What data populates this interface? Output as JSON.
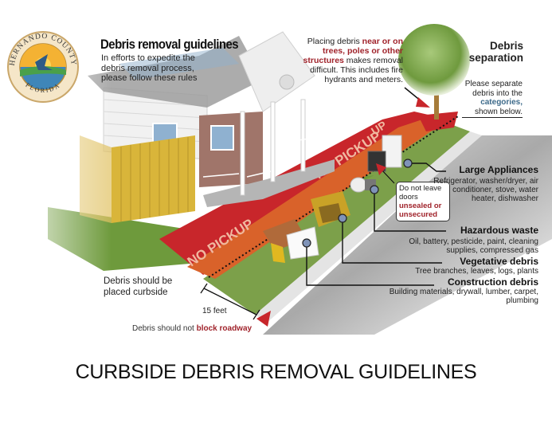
{
  "header": {
    "organization_seal": {
      "top_text": "HERNANDO COUNTY",
      "bottom_text": "FLORIDA"
    },
    "title": "Debris removal guidelines",
    "intro_lines": [
      "In efforts to expedite the",
      "debris removal process,",
      "please follow these rules"
    ]
  },
  "tree_warning": {
    "prefix": "Placing debris ",
    "emphasis": "near or on trees, poles or other structures",
    "suffix": " makes removal difficult. This includes fire hydrants and meters."
  },
  "separation": {
    "title_lines": [
      "Debris",
      "separation"
    ],
    "body_prefix": "Please separate debris into the ",
    "body_emphasis": "categories,",
    "body_suffix": " shown below."
  },
  "illustration_labels": {
    "no_pickup_1": "NO PICKUP",
    "no_pickup_2": "NO PICKUP",
    "no_pickup_3": "NO PICKUP"
  },
  "doors_warning": {
    "prefix": "Do not leave doors ",
    "emphasis": "unsealed or unsecured"
  },
  "categories": [
    {
      "title": "Large Appliances",
      "items": "Refrigerator, washer/dryer, air conditioner, stove, water heater, dishwasher"
    },
    {
      "title": "Hazardous waste",
      "items": "Oil, battery, pesticide, paint, cleaning supplies, compressed gas"
    },
    {
      "title": "Vegetative debris",
      "items": "Tree branches, leaves, logs, plants"
    },
    {
      "title": "Construction debris",
      "items": "Building materials, drywall, lumber, carpet, plumbing"
    }
  ],
  "curbside_note": "Debris should be placed curbside",
  "distance_label": "15 feet",
  "roadway_note": {
    "prefix": "Debris should not ",
    "emphasis": "block roadway"
  },
  "caption": "CURBSIDE DEBRIS REMOVAL GUIDELINES",
  "colors": {
    "no_pickup_red": "#c8262b",
    "no_pickup_orange": "#d9622a",
    "grass": "#6e9a3c",
    "fence": "#d9b53a",
    "emphasis_red": "#a0232b",
    "emphasis_blue": "#3d6a8a",
    "marker_blue": "#7f93b8"
  }
}
